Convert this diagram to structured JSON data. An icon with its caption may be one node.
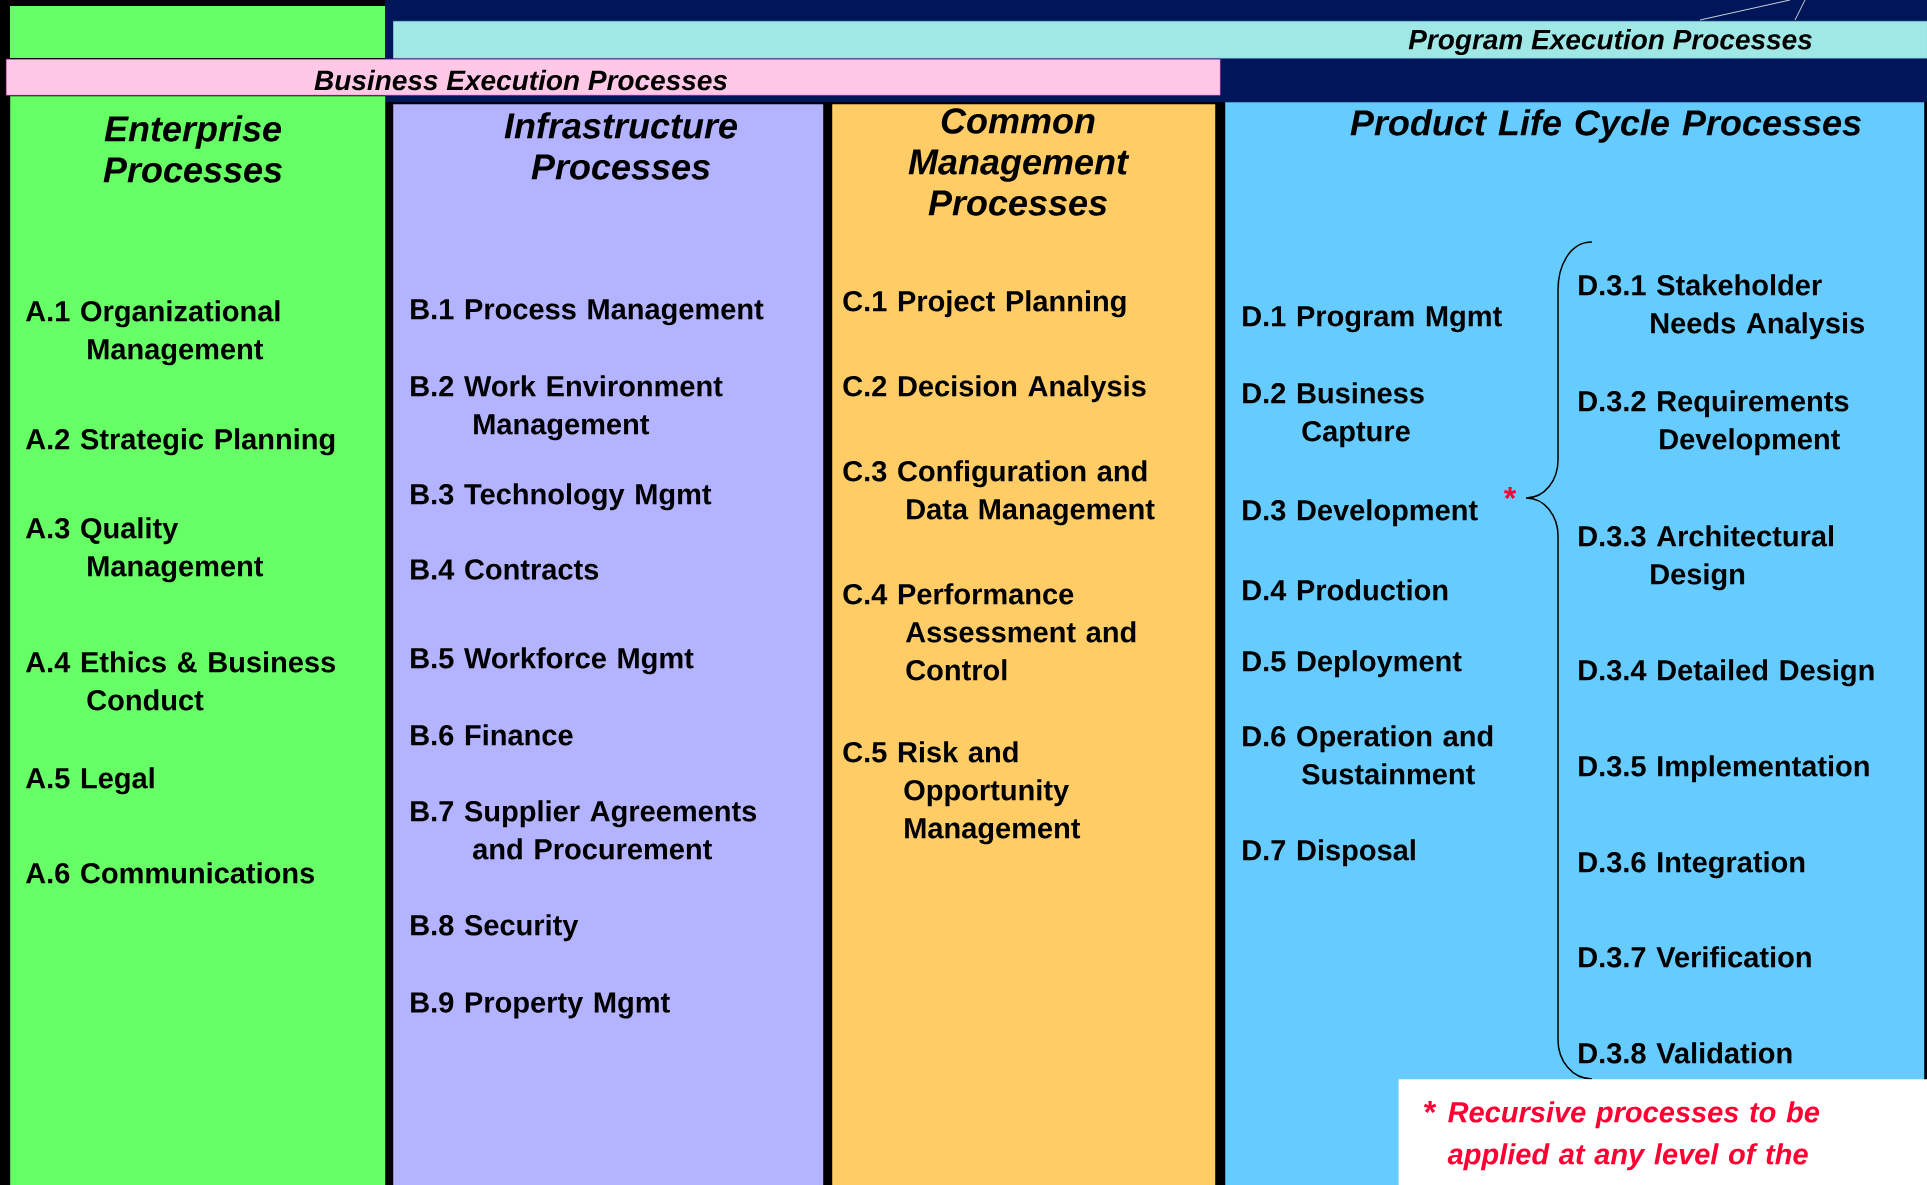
{
  "diagram": {
    "nodes": [
      {
        "text": [
          "Program Execution Processes"
        ]
      },
      {
        "text": [
          "Business Execution Processes"
        ]
      },
      {
        "text": [
          "Enterprise Processes",
          "A.1 Organizational Management",
          "A.2 Strategic Planning",
          "A.3 Quality Management",
          "A.4 Ethics & Business Conduct",
          "A.5 Legal",
          "A.6 Communications"
        ]
      },
      {
        "text": [
          "Infrastructure Processes",
          "B.1 Process Management",
          "B.2 Work Environment Management",
          "B.3 Technology Mgmt",
          "B.4 Contracts",
          "B.5 Workforce Mgmt",
          "B.6 Finance",
          "B.7 Supplier Agreements and Procurement",
          "B.8 Security",
          "B.9 Property Mgmt"
        ]
      },
      {
        "text": [
          "Common Management Processes",
          "C.1 Project Planning",
          "C.2 Decision Analysis",
          "C.3 Configuration and Data Management",
          "C.4 Performance Assessment and Control",
          "C.5 Risk and Opportunity Management"
        ]
      },
      {
        "text": [
          "Product Life Cycle Processes",
          "D.1 Program Mgmt",
          "D.2 Business Capture",
          "D.3 Development",
          "D.4 Production",
          "D.5 Deployment",
          "D.6 Operation and Sustainment",
          "D.7 Disposal",
          "D.3.1 Stakeholder Needs Analysis",
          "D.3.2 Requirements Development",
          "D.3.3 Architectural Design",
          "D.3.4 Detailed Design",
          "D.3.5 Implementation",
          "D.3.6 Integration",
          "D.3.7 Verification",
          "D.3.8 Validation"
        ]
      },
      {
        "text": [
          "Recursive processes to be applied at any level of the"
        ],
        "in": 5
      }
    ],
    "labels": [
      "*",
      "*"
    ]
  }
}
